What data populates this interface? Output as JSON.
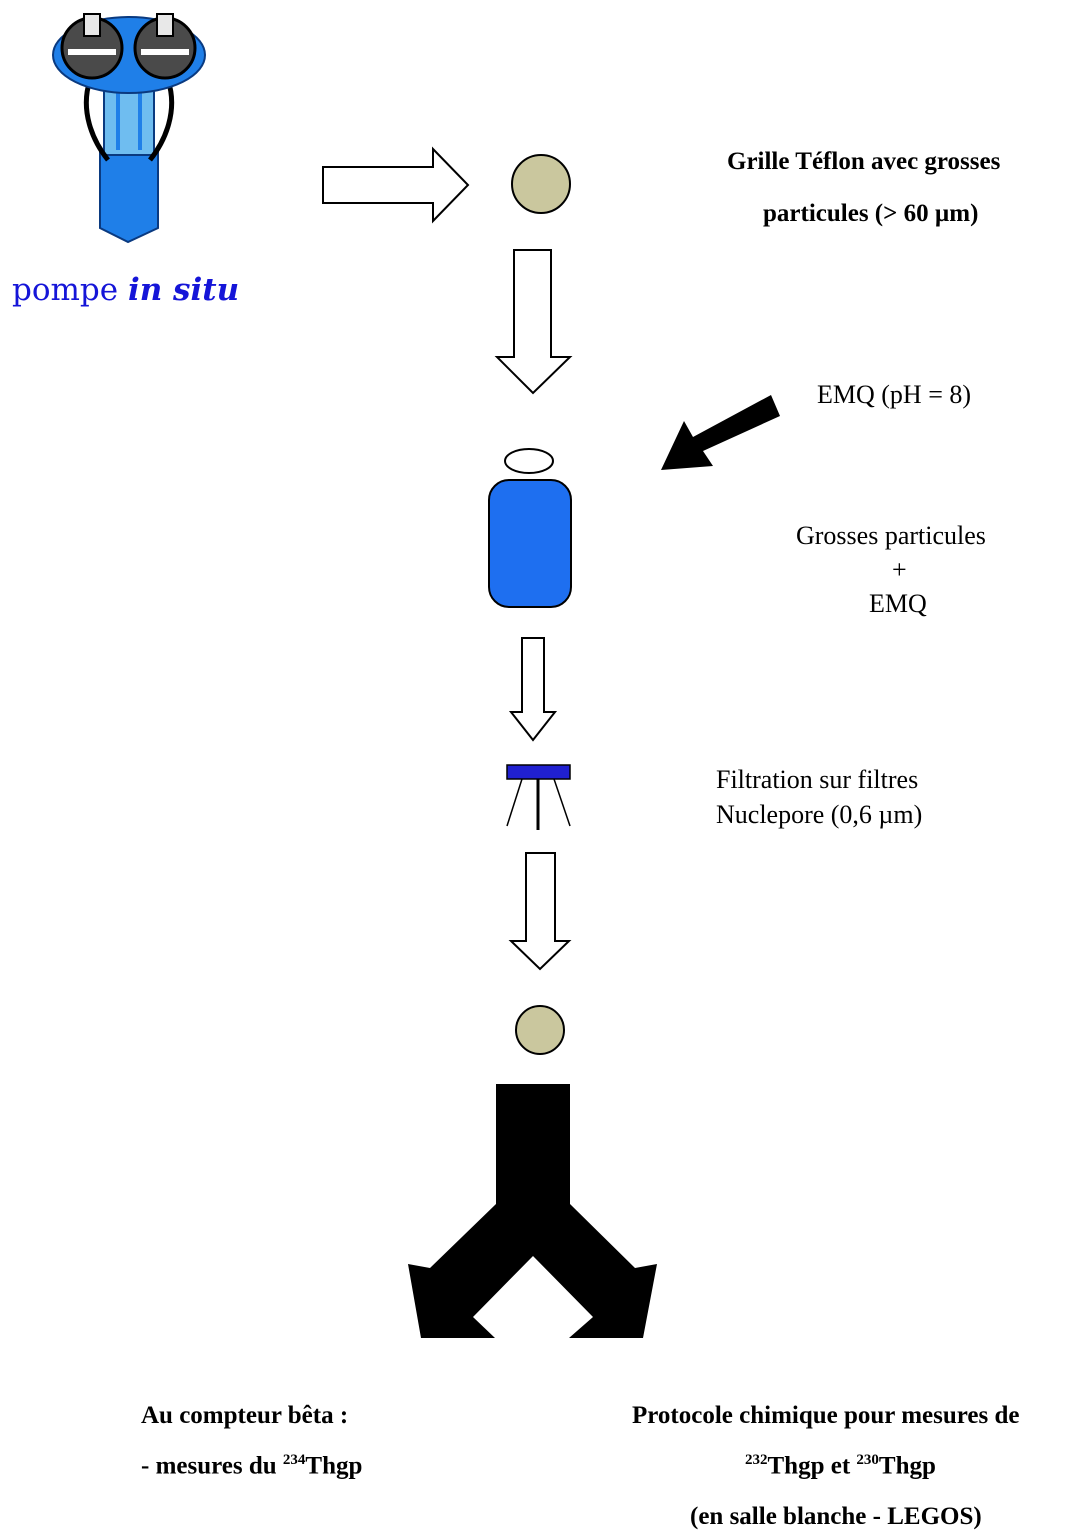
{
  "pump": {
    "label_word": "pompe",
    "label_italic": "in situ",
    "color": "#1f7fe8",
    "label_color": "#1515d8"
  },
  "step1": {
    "line1": "Grille Téflon avec grosses",
    "line2": "particules (> 60 µm)"
  },
  "reagent": {
    "label": "EMQ (pH = 8)"
  },
  "mix": {
    "line1": "Grosses particules",
    "line2": "+",
    "line3": "EMQ"
  },
  "filtration": {
    "line1": "Filtration sur filtres",
    "line2": "Nuclepore (0,6 µm)"
  },
  "output_left": {
    "line1": "Au compteur bêta :",
    "line2_prefix": "- mesures du ",
    "iso": "234",
    "line2_suffix": "Thgp"
  },
  "output_right": {
    "line1": "Protocole chimique pour mesures de",
    "iso_a": "232",
    "name_a": "Thgp et ",
    "iso_b": "230",
    "name_b": "Thgp",
    "line3": "(en salle blanche - LEGOS)"
  },
  "colors": {
    "particle": "#cac79e",
    "bottle": "#1e6ff0",
    "filter": "#2020d0"
  }
}
